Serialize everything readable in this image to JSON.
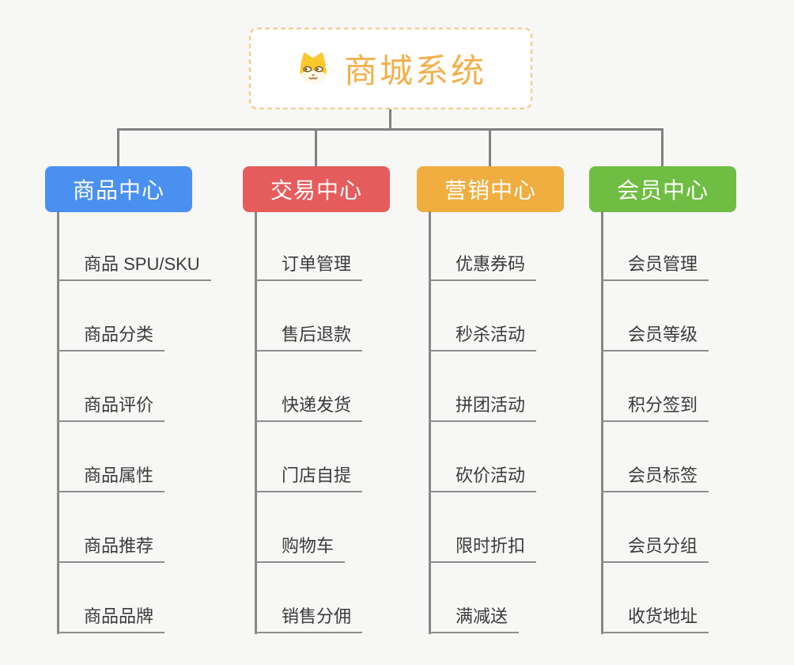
{
  "root": {
    "title": "商城系统",
    "icon": "shiba-dog-face-icon"
  },
  "branches": [
    {
      "label": "商品中心",
      "color": "#4A90F0",
      "items": [
        "商品 SPU/SKU",
        "商品分类",
        "商品评价",
        "商品属性",
        "商品推荐",
        "商品品牌"
      ]
    },
    {
      "label": "交易中心",
      "color": "#E65C5C",
      "items": [
        "订单管理",
        "售后退款",
        "快递发货",
        "门店自提",
        "购物车",
        "销售分佣"
      ]
    },
    {
      "label": "营销中心",
      "color": "#EFAE3F",
      "items": [
        "优惠券码",
        "秒杀活动",
        "拼团活动",
        "砍价活动",
        "限时折扣",
        "满减送"
      ]
    },
    {
      "label": "会员中心",
      "color": "#70BD43",
      "items": [
        "会员管理",
        "会员等级",
        "积分签到",
        "会员标签",
        "会员分组",
        "收货地址"
      ]
    }
  ],
  "colors": {
    "canvas_background": "#F7F7F6",
    "root_text": "#F3B04A",
    "root_border": "#F2C985",
    "connector_line": "#818181",
    "item_underline": "#8E8E8E",
    "item_text": "#3B3B3B",
    "icon_yellow": "#FBC92D",
    "icon_muzzle": "#FEF8E7",
    "icon_brown": "#9C6B33"
  }
}
